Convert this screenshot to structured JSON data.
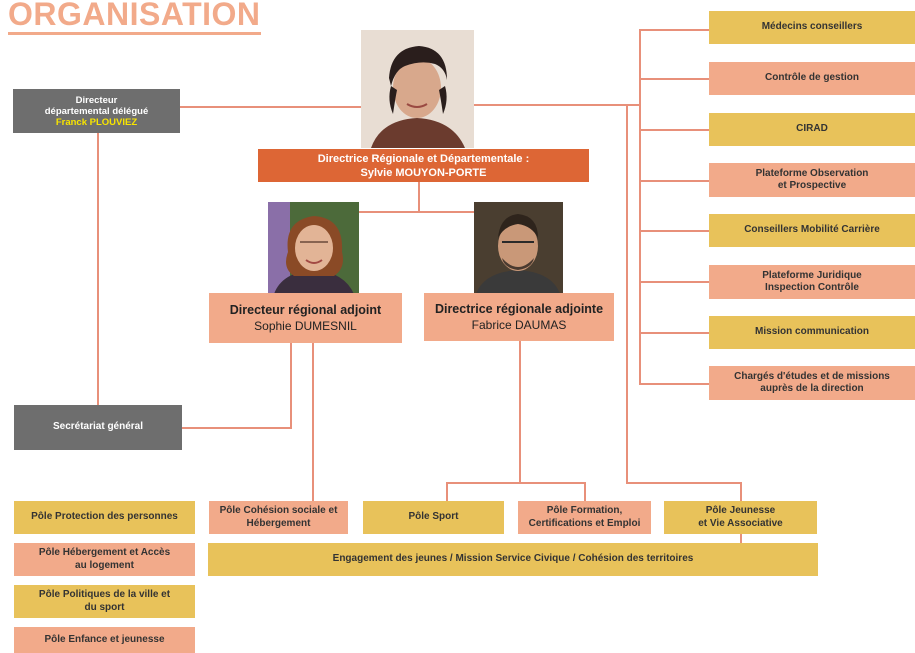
{
  "title": "ORGANISATION",
  "director": {
    "line1": "Directrice Régionale et Départementale :",
    "line2": "Sylvie MOUYON-PORTE"
  },
  "delegate": {
    "line1": "Directeur",
    "line2": "départemental délégué",
    "name": "Franck PLOUVIEZ"
  },
  "adjoint1": {
    "role": "Directeur régional adjoint",
    "name": "Sophie DUMESNIL"
  },
  "adjoint2": {
    "role": "Directrice régionale adjointe",
    "name": "Fabrice DAUMAS"
  },
  "secretariat": "Secrétariat général",
  "right_column": [
    "Médecins conseillers",
    "Contrôle de gestion",
    "CIRAD",
    "Plateforme Observation\net Prospective",
    "Conseillers Mobilité Carrière",
    "Plateforme Juridique\nInspection Contrôle",
    "Mission communication",
    "Chargés d'études et de missions\nauprès de la direction"
  ],
  "left_poles": [
    "Pôle Protection des personnes",
    "Pôle Hébergement et Accès\nau logement",
    "Pôle Politiques de la ville et\ndu sport",
    "Pôle Enfance et jeunesse"
  ],
  "poles": {
    "cohesion": "Pôle Cohésion sociale et\nHébergement",
    "sport": "Pôle Sport",
    "formation": "Pôle Formation,\nCertifications et Emploi",
    "jeunesse": "Pôle Jeunesse\net Vie Associative"
  },
  "engagement": "Engagement des jeunes / Mission Service Civique / Cohésion des territoires",
  "colors": {
    "yellow": "#E8C25A",
    "salmon": "#F2AA8A",
    "grey": "#6E6E6E",
    "orange": "#DD6635",
    "line": "#E8907A"
  }
}
